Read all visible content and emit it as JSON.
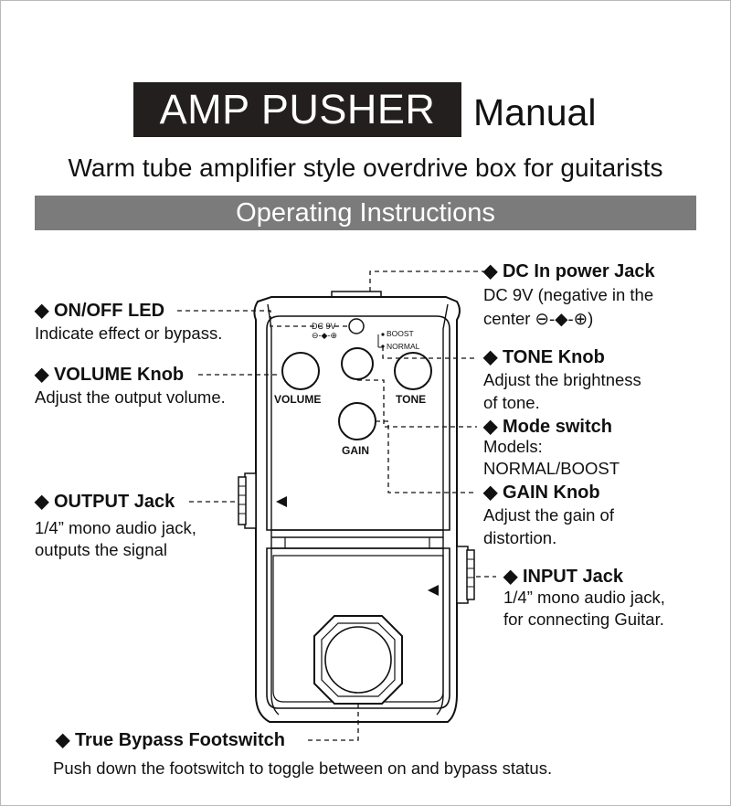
{
  "header": {
    "title": "AMP PUSHER",
    "title_suffix": "Manual",
    "subtitle": "Warm tube amplifier style overdrive box for guitarists",
    "section": "Operating Instructions"
  },
  "pedal": {
    "knob_labels": {
      "volume": "VOLUME",
      "tone": "TONE",
      "gain": "GAIN"
    },
    "dc_label": "DC 9V",
    "switch_labels": {
      "boost": "BOOST",
      "normal": "NORMAL"
    }
  },
  "callouts": {
    "dc_in": {
      "title": "DC In power Jack",
      "desc": [
        "DC 9V (negative in the",
        "center ⊖-◆-⊕)"
      ]
    },
    "on_off_led": {
      "title": "ON/OFF LED",
      "desc": [
        "Indicate effect or bypass."
      ]
    },
    "tone": {
      "title": "TONE Knob",
      "desc": [
        "Adjust the brightness",
        "of tone."
      ]
    },
    "volume": {
      "title": "VOLUME Knob",
      "desc": [
        "Adjust the output volume."
      ]
    },
    "mode": {
      "title": "Mode switch",
      "desc": [
        "Models:",
        "NORMAL/BOOST"
      ]
    },
    "gain": {
      "title": "GAIN Knob",
      "desc": [
        "Adjust the gain of",
        "distortion."
      ]
    },
    "output": {
      "title": "OUTPUT Jack",
      "desc": [
        "1/4” mono audio jack,",
        "outputs the signal"
      ]
    },
    "input": {
      "title": "INPUT Jack",
      "desc": [
        "1/4” mono audio jack,",
        "for connecting Guitar."
      ]
    },
    "footswitch": {
      "title": "True Bypass Footswitch",
      "desc": [
        "Push down the footswitch to toggle between on and bypass status."
      ]
    }
  },
  "colors": {
    "title_bg": "#231f1f",
    "section_bg": "#7b7b7b",
    "text": "#111111"
  },
  "icons": {
    "bullet": "diamond-bullet-icon",
    "arrow": "triangle-arrow-icon"
  }
}
